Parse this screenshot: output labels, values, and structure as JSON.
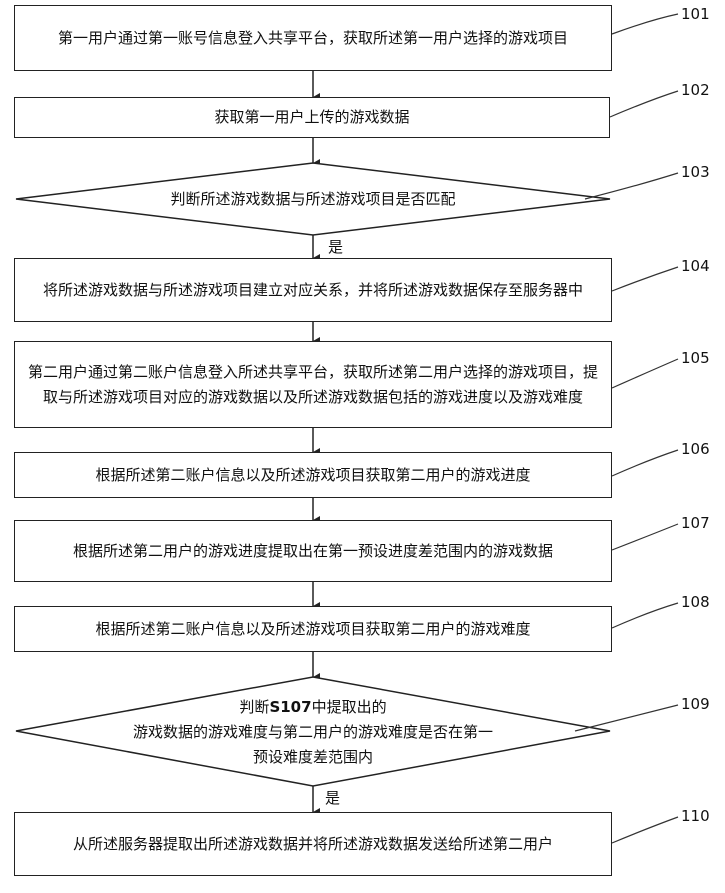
{
  "steps": {
    "s101": {
      "num": "101",
      "text": "第一用户通过第一账号信息登入共享平台，获取所述第一用户选择的游戏项目"
    },
    "s102": {
      "num": "102",
      "text": "获取第一用户上传的游戏数据"
    },
    "s103": {
      "num": "103",
      "text": "判断所述游戏数据与所述游戏项目是否匹配"
    },
    "s104": {
      "num": "104",
      "text": "将所述游戏数据与所述游戏项目建立对应关系，并将所述游戏数据保存至服务器中"
    },
    "s105": {
      "num": "105",
      "text": "第二用户通过第二账户信息登入所述共享平台，获取所述第二用户选择的游戏项目，提取与所述游戏项目对应的游戏数据以及所述游戏数据包括的游戏进度以及游戏难度"
    },
    "s106": {
      "num": "106",
      "text": "根据所述第二账户信息以及所述游戏项目获取第二用户的游戏进度"
    },
    "s107": {
      "num": "107",
      "text": "根据所述第二用户的游戏进度提取出在第一预设进度差范围内的游戏数据"
    },
    "s108": {
      "num": "108",
      "text": "根据所述第二账户信息以及所述游戏项目获取第二用户的游戏难度"
    },
    "s109": {
      "num": "109",
      "line1_a": "判断",
      "line1_code": "S107",
      "line1_b": "中提取出的",
      "line2": "游戏数据的游戏难度与第二用户的游戏难度是否在第一",
      "line3": "预设难度差范围内"
    },
    "s110": {
      "num": "110",
      "text": "从所述服务器提取出所述游戏数据并将所述游戏数据发送给所述第二用户"
    }
  },
  "yes_label": "是"
}
